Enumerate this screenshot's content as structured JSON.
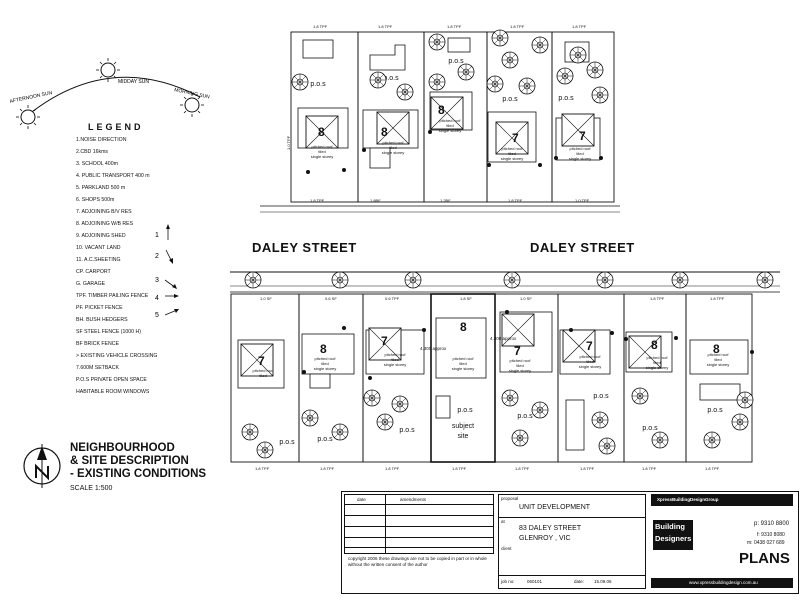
{
  "street_name": "DALEY STREET",
  "sun": {
    "afternoon": "AFTERNOON SUN",
    "midday": "MIDDAY SUN",
    "morning": "MORNING SUN"
  },
  "legend": {
    "title": "LEGEND",
    "items": [
      "1.NOISE DIRECTION",
      "2.CBD 16kms",
      "3. SCHOOL 400m",
      "4. PUBLIC TRANSPORT 400 m",
      "5. PARKLAND 500 m",
      "6. SHOPS  500m",
      "7. ADJOINING B/V RES",
      "8. ADJOINING W/B RES",
      "9. ADJOINING SHED",
      "10. VACANT LAND",
      "11. A.C.SHEETING",
      "CP. CARPORT",
      "G. GARAGE",
      "TPF. TIMBER PAILING FENCE",
      "PF. PICKET FENCE",
      "BH. BUSH HEDGERS",
      "SF STEEL FENCE  (1000 H)",
      "BF BRICK FENCE",
      "> EXISTING VEHICLE CROSSING",
      "7.600M SETBACK",
      "P.O.S PRIVATE OPEN SPACE",
      "HABITABLE ROOM WINDOWS"
    ],
    "symbols": [
      "1",
      "2",
      "3",
      "4",
      "5"
    ]
  },
  "title": {
    "line1": "NEIGHBOURHOOD",
    "line2": "& SITE DESCRIPTION",
    "line3": "- EXISTING CONDITIONS",
    "scale": "SCALE 1:500"
  },
  "labels": {
    "pos": "p.o.s",
    "pitched": "pitched roof",
    "tiled": "tiled",
    "single": "single storey",
    "subject": "subject",
    "site": "site",
    "approx_a": "4.300 approx",
    "approx_b": "4.300 approx",
    "tpf": "1.8 TPF",
    "pf": "1.0 PF",
    "sf": "0.6 SF"
  },
  "title_block": {
    "date_label": "date",
    "amendments_label": "amendments",
    "proposal_label": "proposal",
    "proposal": "UNIT DEVELOPMENT",
    "at_label": "at",
    "address1": "83 DALEY STREET",
    "address2": "GLENROY , VIC",
    "client_label": "client",
    "job_label": "job no:",
    "job_no": "060101",
    "date2_label": "date:",
    "date_value": "15.09.06",
    "copyright": "copyright 2006  these drawings are not to be copied in part or in whole without the written consent of the author",
    "company": "XpressBuildingDesignGroup",
    "brand_top": "Building",
    "brand_bottom": "Designers",
    "p_label": "p: 9310 8800",
    "f_label": "f: 9310 8080",
    "m_label": "m: 0438 027 689",
    "plans": "PLANS",
    "web": "www.xpressbuildingdesign.com.au"
  },
  "colors": {
    "ink": "#111111",
    "paper": "#ffffff"
  }
}
